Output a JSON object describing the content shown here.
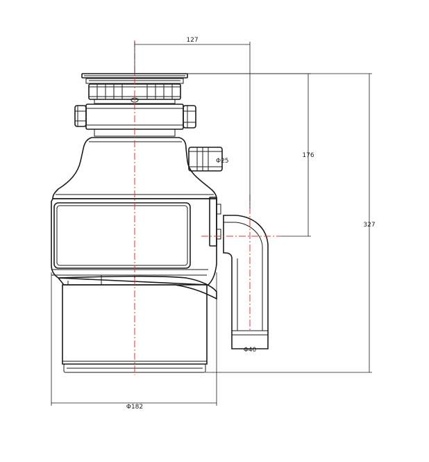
{
  "dimensions": {
    "top_width": "127",
    "outlet_height": "176",
    "total_height": "327",
    "inlet_diameter": "Φ25",
    "outlet_diameter": "Φ40",
    "body_diameter": "Φ182"
  },
  "colors": {
    "outline": "#1a1a1a",
    "centerline": "#e0303a",
    "background": "#ffffff"
  }
}
